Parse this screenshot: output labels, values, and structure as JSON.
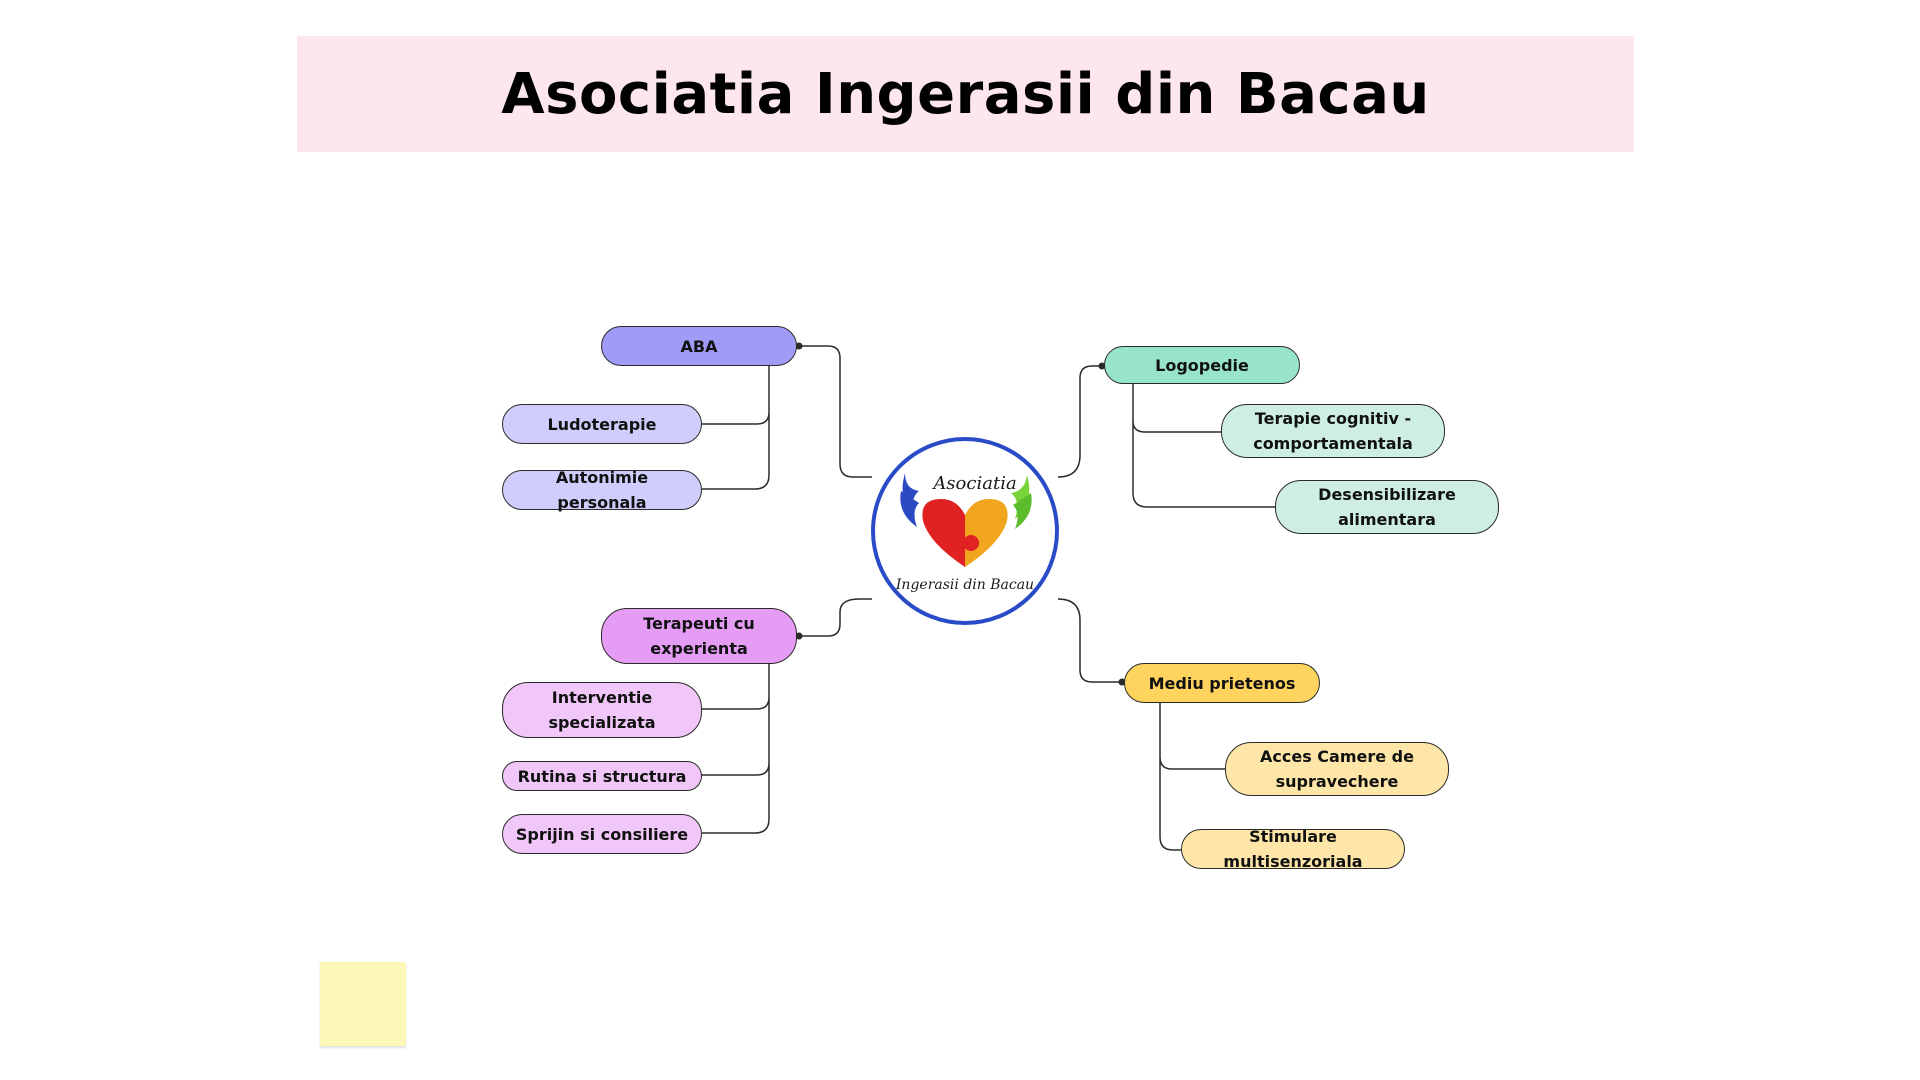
{
  "header": {
    "title": "Asociatia Ingerasii din Bacau"
  },
  "logo": {
    "top_text": "Asociatia",
    "bottom_text": "Ingerasii din Bacau"
  },
  "branches": {
    "aba": {
      "label": "ABA",
      "color": "#a09bf7",
      "children": [
        {
          "label": "Ludoterapie",
          "color": "#cfcdfb"
        },
        {
          "label": "Autonimie personala",
          "color": "#cfcdfb"
        }
      ]
    },
    "logopedie": {
      "label": "Logopedie",
      "color": "#97e4ca",
      "children": [
        {
          "label": "Terapie cognitiv - comportamentala",
          "color": "#cdeee0"
        },
        {
          "label": "Desensibilizare alimentara",
          "color": "#cdeee0"
        }
      ]
    },
    "terapeuti": {
      "label": "Terapeuti cu experienta",
      "color": "#e49cf5",
      "children": [
        {
          "label": "Interventie specializata",
          "color": "#f1c6f8"
        },
        {
          "label": "Rutina si structura",
          "color": "#f1c6f8"
        },
        {
          "label": "Sprijin si consiliere",
          "color": "#f1c6f8"
        }
      ]
    },
    "mediu": {
      "label": "Mediu prietenos",
      "color": "#fed45e",
      "children": [
        {
          "label": "Acces Camere de supravechere",
          "color": "#fee6a8"
        },
        {
          "label": "Stimulare multisenzoriala",
          "color": "#fee6a8"
        }
      ]
    }
  },
  "colors": {
    "logo_ring": "#2a4bc8",
    "banner": "#fde7ec",
    "sticky_note": "#fdf8b9",
    "line": "#2b2b2b"
  }
}
